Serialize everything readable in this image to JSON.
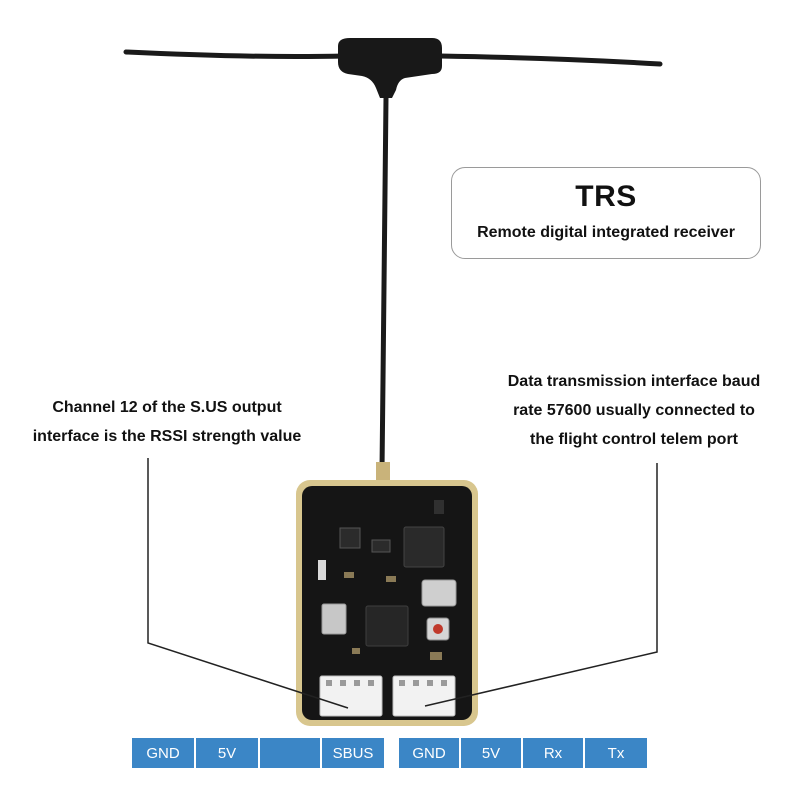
{
  "title": {
    "main": "TRS",
    "subtitle": "Remote digital integrated receiver"
  },
  "callouts": {
    "left": [
      "Channel 12 of the S.US output",
      "interface is the RSSI strength value"
    ],
    "right": [
      "Data transmission interface baud",
      "rate 57600 usually connected to",
      "the flight control telem port"
    ]
  },
  "pins": {
    "left": [
      "GND",
      "5V",
      "",
      "SBUS"
    ],
    "right": [
      "GND",
      "5V",
      "Rx",
      "Tx"
    ]
  },
  "colors": {
    "pin_label_bg": "#3b86c6",
    "board": "#151515",
    "board_edge": "#d6c48c",
    "antenna": "#1a1a1a"
  }
}
